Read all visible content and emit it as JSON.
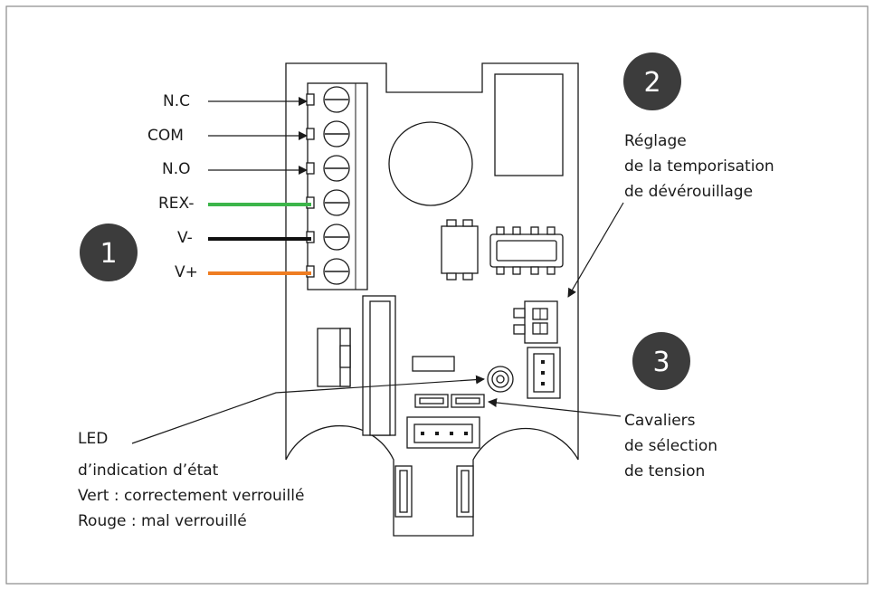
{
  "terminals": [
    {
      "label": "N.C",
      "wire_color": "#000000",
      "kind": "arrow"
    },
    {
      "label": "COM",
      "wire_color": "#000000",
      "kind": "arrow"
    },
    {
      "label": "N.O",
      "wire_color": "#000000",
      "kind": "arrow"
    },
    {
      "label": "REX-",
      "wire_color": "#3cb54a",
      "kind": "wire"
    },
    {
      "label": "V-",
      "wire_color": "#111111",
      "kind": "wire"
    },
    {
      "label": "V+",
      "wire_color": "#ef7d22",
      "kind": "wire"
    }
  ],
  "badges": [
    {
      "number": "1",
      "color": "#3c3c3c"
    },
    {
      "number": "2",
      "color": "#3c3c3c"
    },
    {
      "number": "3",
      "color": "#3c3c3c"
    }
  ],
  "callouts": {
    "timing": [
      "Réglage",
      "de la temporisation",
      "de dévérouillage"
    ],
    "jumpers": [
      "Cavaliers",
      "de sélection",
      "de tension"
    ],
    "led": [
      "LED",
      "d’indication d’état",
      "Vert : correctement verrouillé",
      "Rouge : mal verrouillé"
    ]
  }
}
